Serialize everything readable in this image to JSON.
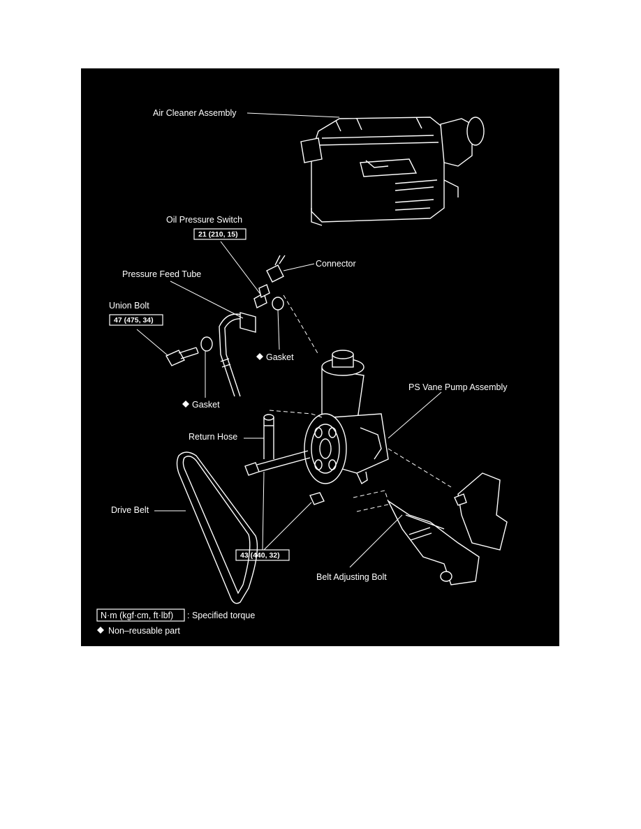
{
  "labels": {
    "air_cleaner": "Air Cleaner Assembly",
    "oil_pressure_switch": "Oil Pressure Switch",
    "connector": "Connector",
    "pressure_feed_tube": "Pressure Feed Tube",
    "union_bolt": "Union Bolt",
    "gasket_right": "Gasket",
    "gasket_left": "Gasket",
    "ps_vane_pump": "PS Vane Pump Assembly",
    "return_hose": "Return Hose",
    "drive_belt": "Drive Belt",
    "belt_adjusting_bolt": "Belt Adjusting Bolt"
  },
  "torque": {
    "oil_pressure_switch": "21 (210, 15)",
    "union_bolt": "47 (475, 34)",
    "pump_bolts": "43 (440, 32)"
  },
  "legend": {
    "torque_units": "N·m (kgf·cm, ft·lbf)",
    "torque_desc": ": Specified torque",
    "nonreusable": "Non–reusable part"
  },
  "colors": {
    "background": "#000000",
    "foreground": "#ffffff",
    "page": "#ffffff"
  }
}
